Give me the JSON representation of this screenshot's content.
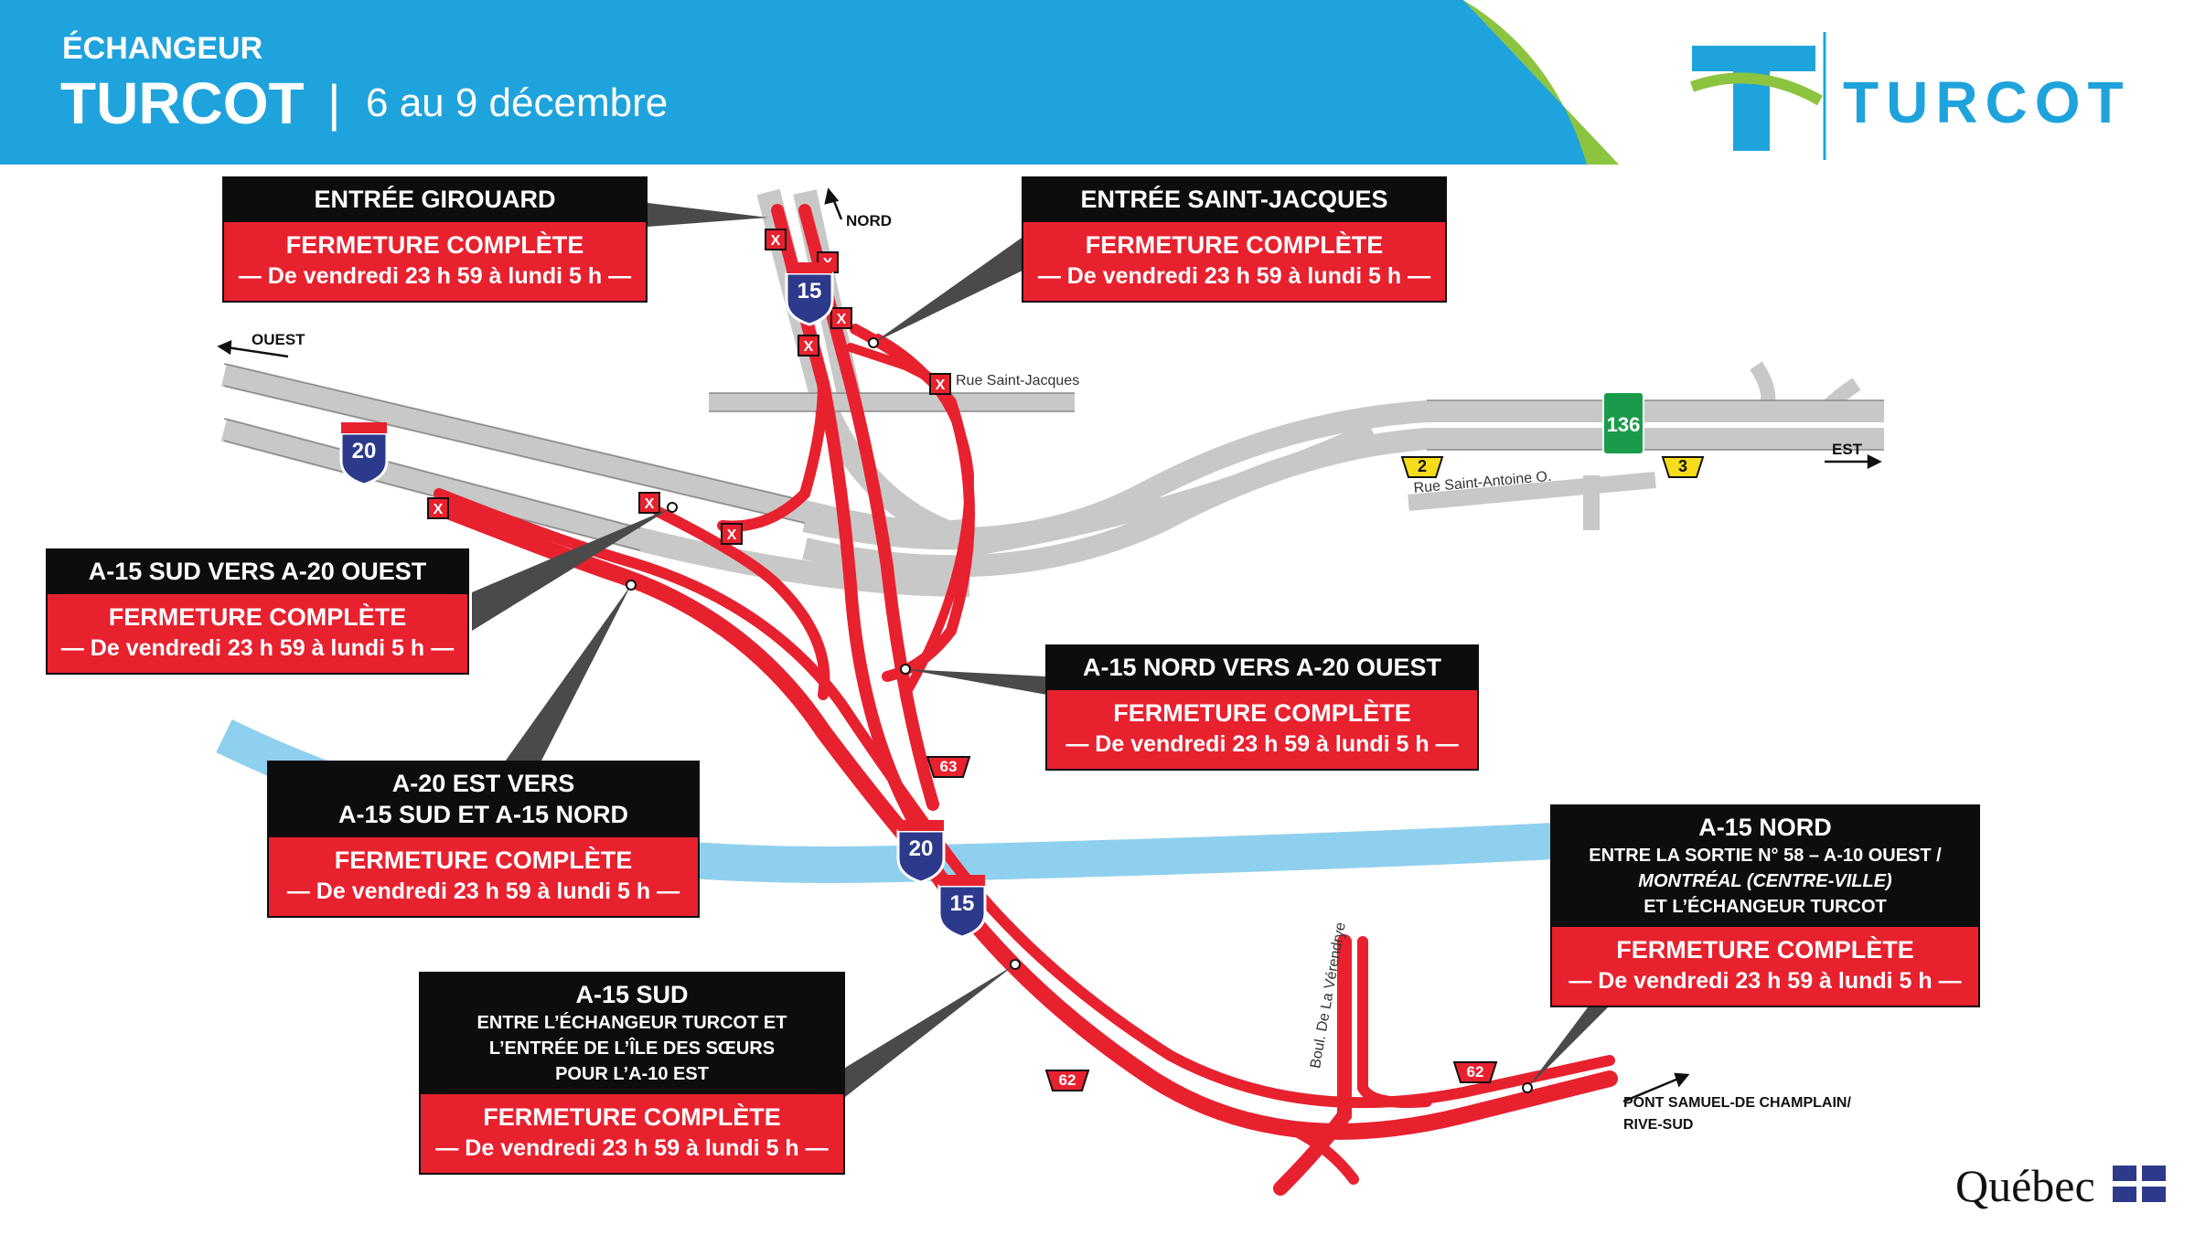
{
  "header": {
    "kicker": "ÉCHANGEUR",
    "title": "TURCOT",
    "separator": "|",
    "dates": "6 au 9 décembre",
    "logo_text": "TURCOT",
    "bg_color": "#1fa3dc",
    "accent_color": "#8cc43f"
  },
  "colors": {
    "closure_red": "#e8212f",
    "road_gray": "#c8c8c8",
    "river_blue": "#8fd0ef",
    "interstate_blue": "#2d3a8c",
    "route_yellow": "#f7dc1c",
    "route_green": "#1a9b4b"
  },
  "directions": {
    "north": "NORD",
    "west": "OUEST",
    "east": "EST"
  },
  "streets": {
    "saint_jacques": "Rue Saint-Jacques",
    "saint_antoine": "Rue Saint-Antoine O.",
    "verendrye": "Boul. De La Vérendrye"
  },
  "shields": {
    "i15": "15",
    "i20": "20",
    "r136": "136",
    "exit2": "2",
    "exit3": "3",
    "exit63": "63",
    "exit62": "62"
  },
  "bridge_label": {
    "line1": "PONT SAMUEL-DE CHAMPLAIN/",
    "line2": "RIVE-SUD"
  },
  "callouts": [
    {
      "title": "ENTRÉE GIROUARD",
      "status": "FERMETURE COMPLÈTE",
      "period": "— De vendredi 23 h 59 à lundi 5 h —"
    },
    {
      "title": "ENTRÉE SAINT-JACQUES",
      "status": "FERMETURE COMPLÈTE",
      "period": "— De vendredi 23 h 59 à lundi 5 h —"
    },
    {
      "title": "A-15 SUD VERS A-20 OUEST",
      "status": "FERMETURE COMPLÈTE",
      "period": "— De vendredi 23 h 59 à lundi 5 h —"
    },
    {
      "title": "A-15 NORD VERS A-20 OUEST",
      "status": "FERMETURE COMPLÈTE",
      "period": "— De vendredi 23 h 59 à lundi 5 h —"
    },
    {
      "title": "A-20 EST VERS",
      "title2": "A-15 SUD ET A-15 NORD",
      "status": "FERMETURE COMPLÈTE",
      "period": "— De vendredi 23 h 59 à lundi 5 h —"
    },
    {
      "title": "A-15 NORD",
      "sub1": "ENTRE LA SORTIE N° 58 – A-10 OUEST /",
      "sub2": "MONTRÉAL (CENTRE-VILLE)",
      "sub3": "ET L’ÉCHANGEUR TURCOT",
      "status": "FERMETURE COMPLÈTE",
      "period": "— De vendredi 23 h 59 à lundi 5 h —"
    },
    {
      "title": "A-15 SUD",
      "sub1": "ENTRE L’ÉCHANGEUR TURCOT ET",
      "sub2": "L’ENTRÉE DE L’ÎLE DES SŒURS",
      "sub3": "POUR L’A-10 EST",
      "status": "FERMETURE COMPLÈTE",
      "period": "— De vendredi 23 h 59 à lundi 5 h —"
    }
  ],
  "footer": {
    "brand": "Québec"
  }
}
